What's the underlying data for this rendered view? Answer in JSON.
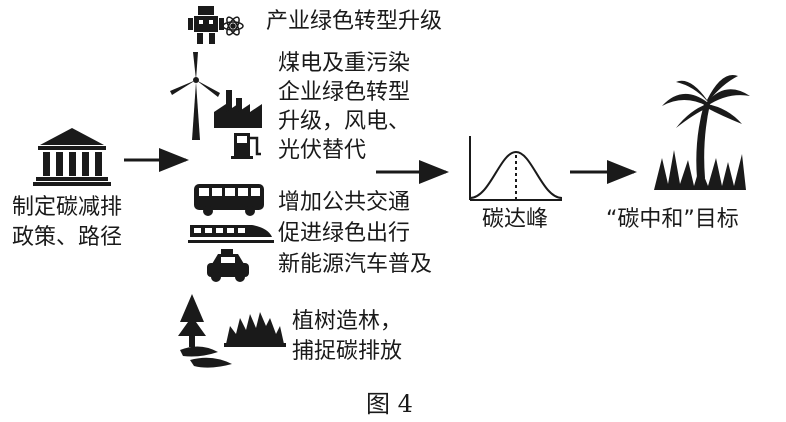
{
  "policy": {
    "line1": "制定碳减排",
    "line2": "政策、路径"
  },
  "measures": {
    "industry": "产业绿色转型升级",
    "energy": {
      "l1": "煤电及重污染",
      "l2": "企业绿色转型",
      "l3": "升级，风电、",
      "l4": "光伏替代"
    },
    "transport": {
      "l1": "增加公共交通",
      "l2": "促进绿色出行",
      "l3": "新能源汽车普及"
    },
    "forest": {
      "l1": "植树造林，",
      "l2": "捕捉碳排放"
    }
  },
  "peak": {
    "label": "碳达峰"
  },
  "goal": {
    "label": "“碳中和”目标"
  },
  "caption": "图 4",
  "icons": [
    "robot-icon",
    "atom-icon",
    "wind-turbine-icon",
    "factory-icon",
    "fuel-pump-icon",
    "bank-building-icon",
    "bus-icon",
    "train-icon",
    "car-icon",
    "tree-icon",
    "forest-icon",
    "bell-curve-icon",
    "palm-tree-icon"
  ]
}
